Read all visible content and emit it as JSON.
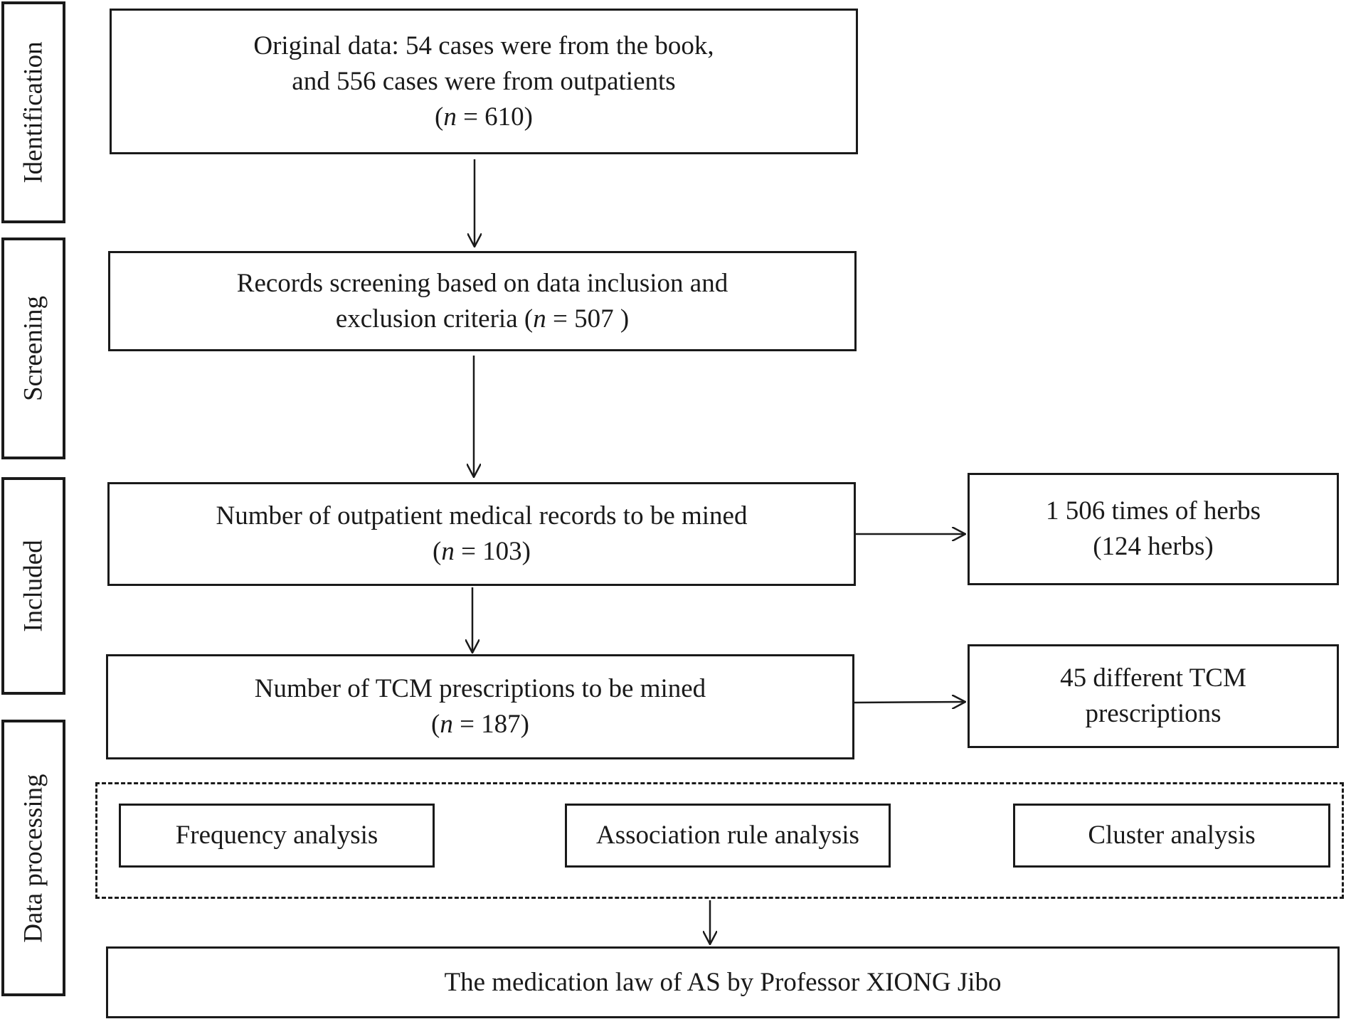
{
  "stages": {
    "identification": "Identification",
    "screening": "Screening",
    "included": "Included",
    "data_processing": "Data processing"
  },
  "nodes": {
    "original_data": {
      "line1": "Original data: 54 cases were from the book,",
      "line2": "and 556 cases were from outpatients",
      "n_open": "(",
      "n_var": "n",
      "n_close": " = 610)"
    },
    "screening": {
      "line1": "Records screening based on data inclusion and",
      "line2_pre": "exclusion criteria (",
      "n_var": "n",
      "n_close": " = 507 )"
    },
    "outpatient_records": {
      "line1": "Number of outpatient medical records to be mined",
      "n_open": "(",
      "n_var": "n",
      "n_close": " = 103)"
    },
    "herbs": {
      "line1": "1 506 times of herbs",
      "line2": "(124 herbs)"
    },
    "tcm_prescriptions": {
      "line1": "Number of TCM prescriptions to be mined",
      "n_open": "(",
      "n_var": "n",
      "n_close": " = 187)"
    },
    "different_prescriptions": {
      "line1": "45 different TCM",
      "line2": "prescriptions"
    },
    "frequency": "Frequency analysis",
    "association": "Association rule analysis",
    "cluster": "Cluster analysis",
    "medication_law": "The medication law of AS by Professor XIONG Jibo"
  }
}
